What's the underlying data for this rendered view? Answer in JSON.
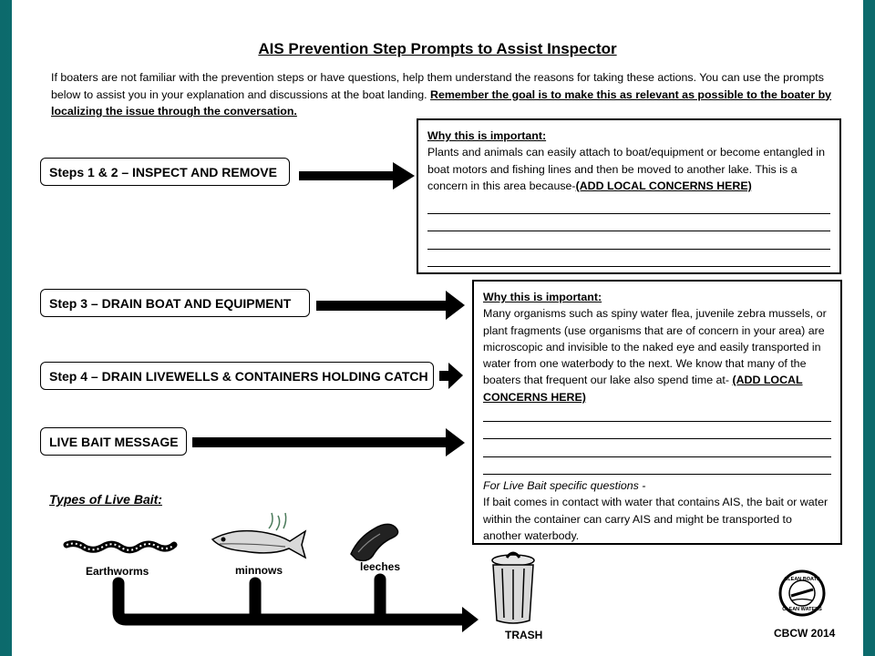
{
  "title": "AIS Prevention Step Prompts to Assist Inspector",
  "intro": {
    "text": "If boaters are not familiar with the prevention steps or have questions, help them understand the reasons for taking these actions. You can use the prompts below to assist you in your explanation and discussions at the boat landing. ",
    "emphasis": "Remember the goal is to make this as relevant as possible to the boater by localizing the issue through the conversation."
  },
  "steps": [
    "Steps 1 & 2 – INSPECT AND REMOVE",
    "Step 3 – DRAIN BOAT AND EQUIPMENT",
    "Step 4 – DRAIN LIVEWELLS & CONTAINERS HOLDING CATCH",
    "LIVE BAIT MESSAGE"
  ],
  "box1": {
    "heading": "Why this is important:",
    "body": "Plants and animals can easily attach to boat/equipment or become entangled in boat motors and fishing lines and then be moved to another lake. This is a concern in this area because-",
    "local": "(ADD LOCAL CONCERNS HERE)"
  },
  "box2": {
    "heading": "Why this is important:",
    "body": "Many organisms such as spiny water flea, juvenile zebra mussels, or plant fragments (use organisms that are of concern in your area) are microscopic and invisible to the naked eye and easily transported in water from one waterbody to the next. We know that many of the boaters that frequent our lake also spend time at- ",
    "local": "(ADD LOCAL CONCERNS HERE)",
    "bait_heading": "For Live Bait specific questions -",
    "bait_body": "If bait comes in contact with water that contains AIS, the bait or water within the container can carry AIS and might be transported to another waterbody."
  },
  "bait": {
    "title": "Types of Live Bait:",
    "items": [
      "Earthworms",
      "minnows",
      "leeches"
    ],
    "trash": "TRASH"
  },
  "logo": {
    "text": "CLEAN BOATS CLEAN WATERS",
    "credit": "CBCW 2014"
  },
  "colors": {
    "frame": "#117a7a",
    "ink": "#000000"
  }
}
